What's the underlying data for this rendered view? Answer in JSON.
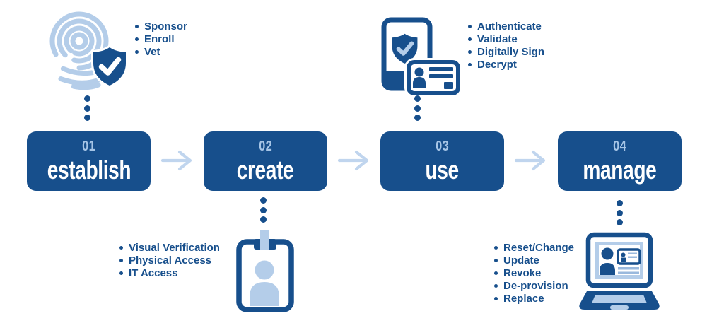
{
  "title": "identity credential lifecycle diagram",
  "colors": {
    "dark_blue": "#174f8c",
    "light_blue": "#b4cde9",
    "arrow_blue": "#c0d5ee",
    "number_blue": "#a6c5e6",
    "mid_blue": "#9ab9dd"
  },
  "steps": [
    {
      "number": "01",
      "label": "establish",
      "icon": "fingerprint-shield-icon",
      "icon_position": "top",
      "bullets": [
        "Sponsor",
        "Enroll",
        "Vet"
      ]
    },
    {
      "number": "02",
      "label": "create",
      "icon": "id-badge-icon",
      "icon_position": "bottom",
      "bullets": [
        "Visual Verification",
        "Physical Access",
        "IT Access"
      ]
    },
    {
      "number": "03",
      "label": "use",
      "icon": "phone-id-card-icon",
      "icon_position": "top",
      "bullets": [
        "Authenticate",
        "Validate",
        "Digitally Sign",
        "Decrypt"
      ]
    },
    {
      "number": "04",
      "label": "manage",
      "icon": "laptop-id-icon",
      "icon_position": "bottom",
      "bullets": [
        "Reset/Change",
        "Update",
        "Revoke",
        "De-provision",
        "Replace"
      ]
    }
  ]
}
